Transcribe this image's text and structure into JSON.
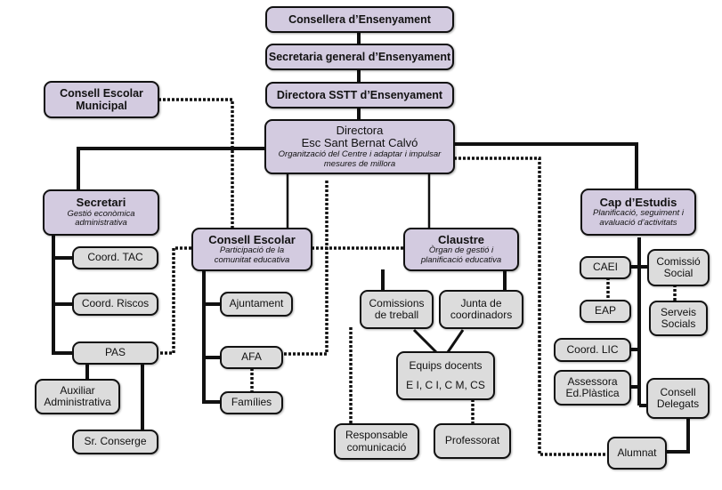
{
  "title": "Organigrama Esc Sant Bernat Calvó",
  "top": {
    "consellera": "Consellera d’Ensenyament",
    "secretaria_general": "Secretaria general d’Ensenyament",
    "directora_sstt": "Directora SSTT d’Ensenyament"
  },
  "consell_escolar_municipal": {
    "line1": "Consell Escolar",
    "line2": "Municipal"
  },
  "directora": {
    "title": "Directora",
    "school": "Esc Sant Bernat Calvó",
    "desc1": "Organització del Centre i adaptar i  impulsar",
    "desc2": "mesures de millora"
  },
  "secretari": {
    "title": "Secretari",
    "desc1": "Gestió econòmica",
    "desc2": "administrativa"
  },
  "consell_escolar": {
    "title": "Consell Escolar",
    "desc1": "Participació de la",
    "desc2": "comunitat educativa"
  },
  "claustre": {
    "title": "Claustre",
    "desc1": "Òrgan de gestió i",
    "desc2": "planificació educativa"
  },
  "cap_estudis": {
    "title": "Cap d’Estudis",
    "desc1": "Planificació, seguiment i",
    "desc2": "avaluació d’activitats"
  },
  "secretari_children": {
    "coord_tac": "Coord. TAC",
    "coord_riscos": "Coord. Riscos",
    "pas": "PAS",
    "auxiliar": [
      "Auxiliar",
      "Administrativa"
    ],
    "conserge": "Sr. Conserge"
  },
  "consell_children": {
    "ajuntament": "Ajuntament",
    "afa": "AFA",
    "families": "Famílies"
  },
  "claustre_children": {
    "comissions": [
      "Comissions",
      "de treball"
    ],
    "junta": [
      "Junta de",
      "coordinadors"
    ],
    "equips_title": "Equips docents",
    "equips_list": "E I, C I, C M, CS",
    "responsable": [
      "Responsable",
      "comunicació"
    ],
    "professorat": "Professorat"
  },
  "cap_children": {
    "caei": "CAEI",
    "eap": "EAP",
    "comissio_social": [
      "Comissió",
      "Social"
    ],
    "serveis_socials": [
      "Serveis",
      "Socials"
    ],
    "coord_lic": "Coord. LIC",
    "assessora": [
      "Assessora",
      "Ed.Plàstica"
    ],
    "consell_delegats": [
      "Consell",
      "Delegats"
    ],
    "alumnat": "Alumnat"
  },
  "colors": {
    "primary_box": "#d3cbe0",
    "secondary_box": "#dcdcdc",
    "line": "#111111"
  }
}
